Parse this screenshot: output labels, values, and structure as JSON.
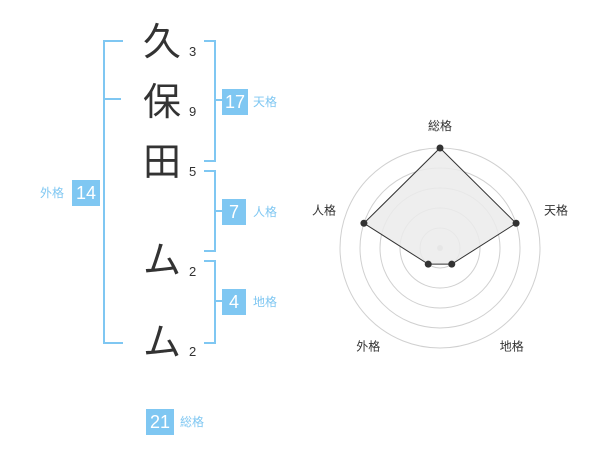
{
  "name": {
    "characters": [
      {
        "char": "久",
        "strokes": "3"
      },
      {
        "char": "保",
        "strokes": "9"
      },
      {
        "char": "田",
        "strokes": "5"
      },
      {
        "char": "ム",
        "strokes": "2"
      },
      {
        "char": "ム",
        "strokes": "2"
      }
    ]
  },
  "fortune": {
    "tenkaku": {
      "value": "17",
      "label": "天格"
    },
    "jinkaku": {
      "value": "7",
      "label": "人格"
    },
    "chikaku": {
      "value": "4",
      "label": "地格"
    },
    "gaikaku": {
      "value": "14",
      "label": "外格"
    },
    "soukaku": {
      "value": "21",
      "label": "総格"
    }
  },
  "chart_data": {
    "type": "radar",
    "axes": [
      "総格",
      "天格",
      "地格",
      "外格",
      "人格"
    ],
    "values": [
      5,
      4,
      1,
      1,
      4
    ],
    "max": 5,
    "colors": {
      "fill": "#ebebeb",
      "stroke": "#333333",
      "grid": "#d0d0d0"
    }
  },
  "colors": {
    "accent": "#7fc7f2"
  }
}
